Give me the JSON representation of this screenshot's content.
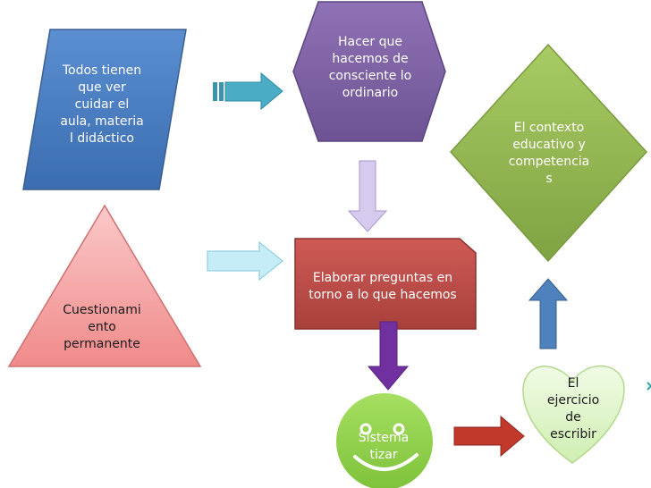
{
  "nodes": {
    "todos": {
      "text": "Todos tienen\nque ver\ncuidar el\naula, materia\nl didáctico",
      "color": "#4f81bd"
    },
    "hacer": {
      "text": "Hacer que\nhacemos de\nconsciente lo\nordinario",
      "color": "#8064a2"
    },
    "contexto": {
      "text": "El contexto\neducativo y\ncompetencia\ns",
      "color": "#9bbb59"
    },
    "cuestionamiento": {
      "text": "Cuestionami\nento\npermanente",
      "color": "#f5a3a3"
    },
    "elaborar": {
      "text": "Elaborar preguntas en\ntorno a lo que hacemos",
      "color": "#c0504d"
    },
    "sistematizar": {
      "text": "Sistema\ntizar",
      "color": "#92d050"
    },
    "ejercicio": {
      "text": "El\nejercicio\nde\nescribir",
      "color": "#dff5c8"
    }
  },
  "arrows": {
    "blue": "#4bacc6",
    "light_blue": "#b9e6f3",
    "lavender": "#ccc0e6",
    "purple": "#7030a0",
    "red": "#c0392b",
    "steel_blue": "#4f81bd",
    "teal": "#31a0a0"
  }
}
